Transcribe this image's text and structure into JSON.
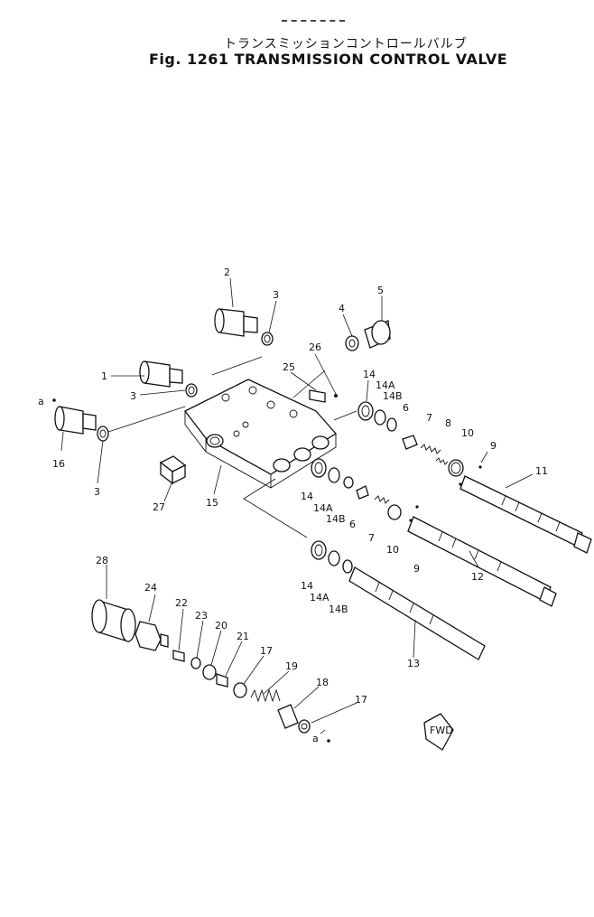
{
  "title": {
    "japanese": "トランスミッションコントロールバルブ",
    "english": "Fig. 1261  TRANSMISSION  CONTROL  VALVE"
  },
  "fwd_label": "FWD",
  "part_labels": {
    "p1": "1",
    "p2": "2",
    "p3a": "3",
    "p3b": "3",
    "p3c": "3",
    "p4": "4",
    "p5": "5",
    "p6a": "6",
    "p6b": "6",
    "p7a": "7",
    "p7b": "7",
    "p8": "8",
    "p9a": "9",
    "p9b": "9",
    "p10a": "10",
    "p10b": "10",
    "p11": "11",
    "p12": "12",
    "p13": "13",
    "p14a": "14",
    "p14b": "14",
    "p14c": "14",
    "p14Aa": "14A",
    "p14Ab": "14A",
    "p14Ac": "14A",
    "p14Ba": "14B",
    "p14Bb": "14B",
    "p14Bc": "14B",
    "p15": "15",
    "p16": "16",
    "p17a": "17",
    "p17b": "17",
    "p18": "18",
    "p19": "19",
    "p20": "20",
    "p21": "21",
    "p22": "22",
    "p23": "23",
    "p24": "24",
    "p25": "25",
    "p26": "26",
    "p27": "27",
    "p28": "28",
    "aa": "a",
    "ab": "a"
  }
}
